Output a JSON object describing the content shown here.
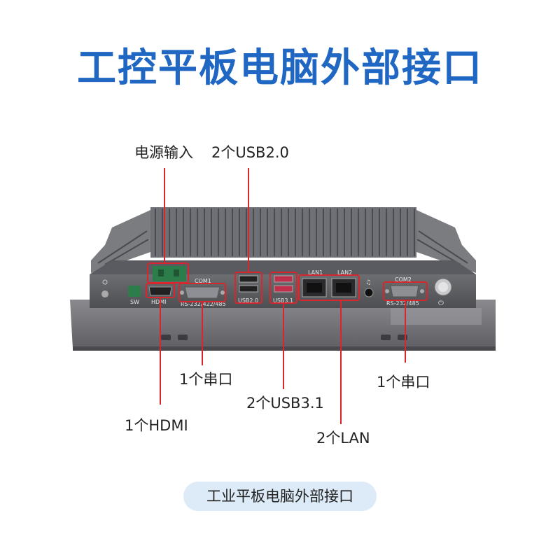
{
  "title": "工控平板电脑外部接口",
  "callouts": {
    "power": "电源输入",
    "usb20": "2个USB2.0",
    "serial_left": "1个串口",
    "usb31": "2个USB3.1",
    "serial_right": "1个串口",
    "hdmi": "1个HDMI",
    "lan": "2个LAN"
  },
  "port_labels": {
    "com1": "COM1",
    "com1_type": "RS-232/422/485",
    "sw": "SW",
    "hdmi": "HDMI",
    "usb20": "USB2.0",
    "usb31": "USB3.1",
    "lan1": "LAN1",
    "lan2": "LAN2",
    "com2": "COM2",
    "com2_type": "RS-232/485"
  },
  "caption": "工业平板电脑外部接口",
  "colors": {
    "title": "#1f67c2",
    "callout_line": "#d8262d",
    "caption_bg": "#dcebf7"
  }
}
